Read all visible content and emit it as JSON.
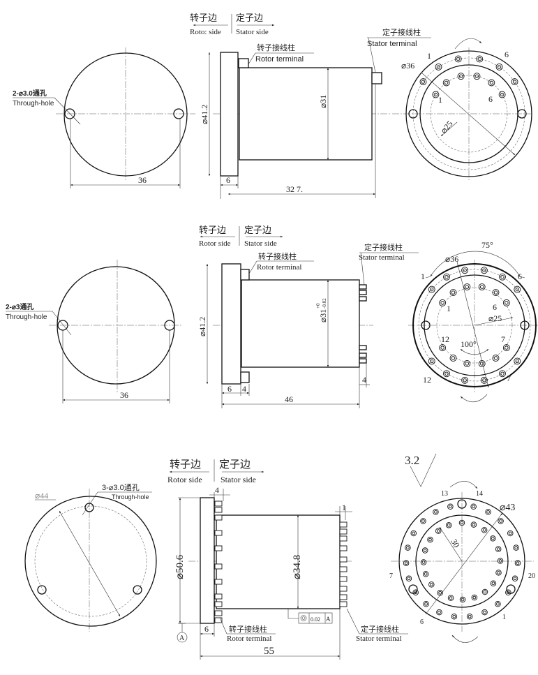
{
  "header": {
    "rotor_cn": "转子边",
    "stator_cn": "定子边",
    "rotor_en": "Rotor side",
    "stator_en": "Stator side",
    "rotor_en_row1": "Roto: side"
  },
  "terminals": {
    "rotor_cn": "转子接线柱",
    "rotor_en": "Rotor terminal",
    "stator_cn": "定子接线柱",
    "stator_en": "Stator terminal"
  },
  "row1": {
    "hole_label": "2-⌀3.0通孔",
    "hole_en": "Through-hole",
    "front_dim": "36",
    "flange_dia": "⌀41.2",
    "body_dia": "⌀31",
    "flange_thk": "6",
    "length": "32 7.",
    "pcd_outer": "⌀36",
    "pcd_inner": "⌀25",
    "pin_labels": [
      "1",
      "6",
      "1",
      "6"
    ]
  },
  "row2": {
    "hole_label": "2-⌀3通孔",
    "hole_en": "Through-hole",
    "front_dim": "36",
    "flange_dia": "⌀41.2",
    "body_dia": "⌀31",
    "body_tol_upper": "+0",
    "body_tol_lower": "-0.02",
    "flange_thk": "6",
    "nut_thk": "4",
    "length": "46",
    "stator_pin": "4",
    "angle_top": "75°",
    "angle_bottom": "100°",
    "pcd_outer": "⌀36",
    "pcd_inner": "⌀25",
    "pin_labels": [
      "1",
      "6",
      "1",
      "6",
      "12",
      "7",
      "12",
      "7"
    ]
  },
  "row3": {
    "pcd_label": "⌀44",
    "hole_label": "3-⌀3.0通孔",
    "hole_en": "Through-hole",
    "flange_dia": "⌀50.6",
    "body_dia": "⌀34.8",
    "rotor_pin": "4",
    "stator_pin": "1",
    "flange_thk": "6",
    "length": "55",
    "datum": "A",
    "tolerance": "0.02",
    "tolerance_datum": "A",
    "roughness": "3.2",
    "pcd_outer": "⌀43",
    "pcd_inner": "30",
    "pin_labels": [
      "13",
      "14",
      "7",
      "20",
      "6",
      "1"
    ]
  },
  "colors": {
    "line": "#111111",
    "centerline": "#555555",
    "background": "#ffffff"
  }
}
